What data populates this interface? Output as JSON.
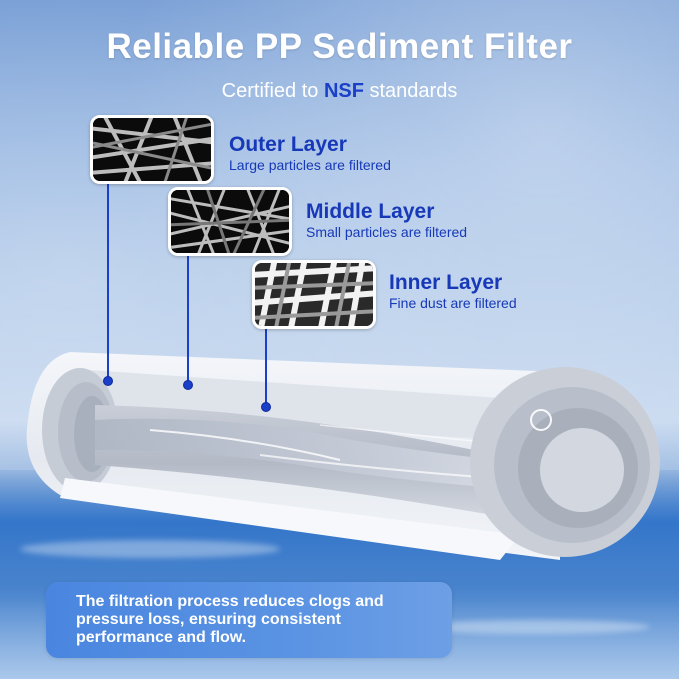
{
  "header": {
    "title": "Reliable PP Sediment Filter",
    "subtitle_prefix": "Certified to ",
    "subtitle_highlight": "NSF",
    "subtitle_suffix": " standards"
  },
  "layers": [
    {
      "title": "Outer Layer",
      "description": "Large particles are filtered",
      "image": "coarse-fiber-mesh"
    },
    {
      "title": "Middle Layer",
      "description": "Small particles are filtered",
      "image": "medium-fiber-mesh"
    },
    {
      "title": "Inner Layer",
      "description": "Fine dust are filtered",
      "image": "fine-fiber-mesh"
    }
  ],
  "product_image": "pp-sediment-filter-cartridge-cutaway",
  "info_box": {
    "text": "The filtration process reduces clogs and pressure loss, ensuring consistent performance and flow."
  },
  "colors": {
    "accent_blue": "#1739b8",
    "info_box_blue": "#5a93e3",
    "title_white": "#ffffff"
  }
}
